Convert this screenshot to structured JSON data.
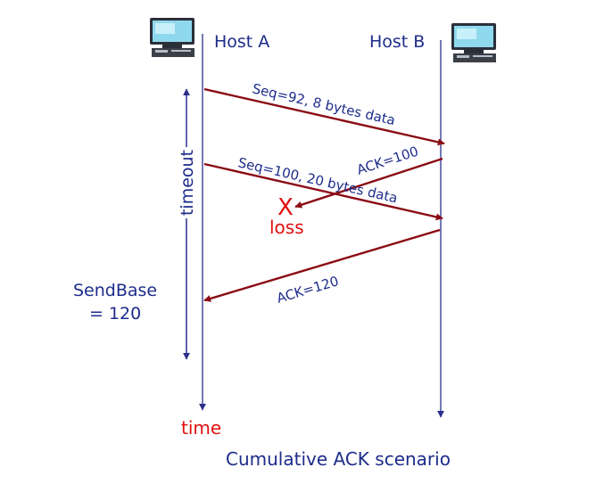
{
  "hosts": {
    "a_label": "Host A",
    "b_label": "Host B"
  },
  "messages": {
    "seq1": "Seq=92, 8 bytes data",
    "ack1": "ACK=100",
    "seq2": "Seq=100, 20 bytes data",
    "ack2": "ACK=120"
  },
  "loss": {
    "mark": "X",
    "label": "loss"
  },
  "timeout_label": "timeout",
  "sendbase": {
    "line1": "SendBase",
    "line2": "= 120"
  },
  "time_label": "time",
  "caption": "Cumulative ACK scenario",
  "colors": {
    "timeline": "#2a2f8c",
    "message_arrow": "#8b0a14",
    "label_text": "#1d2c8a",
    "loss": "#e01010",
    "time": "#e01010"
  }
}
